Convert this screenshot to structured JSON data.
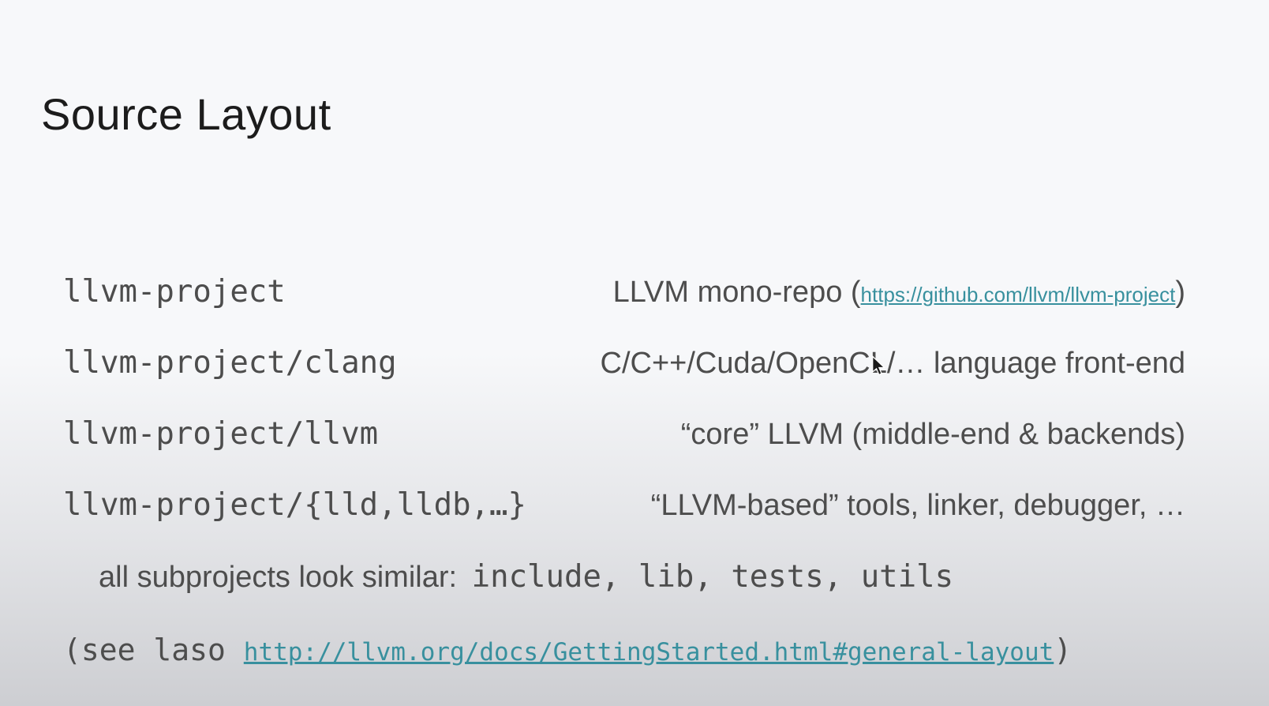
{
  "slide": {
    "title": "Source Layout",
    "table": {
      "rows": [
        {
          "path": "llvm-project",
          "desc_prefix": "LLVM mono-repo (",
          "link_text": "https://github.com/llvm/llvm-project",
          "desc_suffix": ")"
        },
        {
          "path": "llvm-project/clang",
          "desc": "C/C++/Cuda/OpenCL/… language front-end"
        },
        {
          "path": "llvm-project/llvm",
          "desc": "“core” LLVM (middle-end & backends)"
        },
        {
          "path": "llvm-project/{lld,lldb,…}",
          "desc": "“LLVM-based” tools, linker, debugger, …"
        }
      ]
    },
    "note": {
      "plain": "all subprojects look similar: ",
      "mono": "include, lib, tests, utils"
    },
    "footer": {
      "prefix": "(see laso ",
      "link_text": "http://llvm.org/docs/GettingStarted.html#general-layout",
      "suffix": ")"
    }
  },
  "icons": {
    "cursor": "arrow-pointer-icon"
  },
  "colors": {
    "bg-top": "#f7f8fa",
    "bg-bottom": "#cdced2",
    "title": "#1c1c1c",
    "body": "#4d4d4d",
    "link": "#38909e"
  }
}
